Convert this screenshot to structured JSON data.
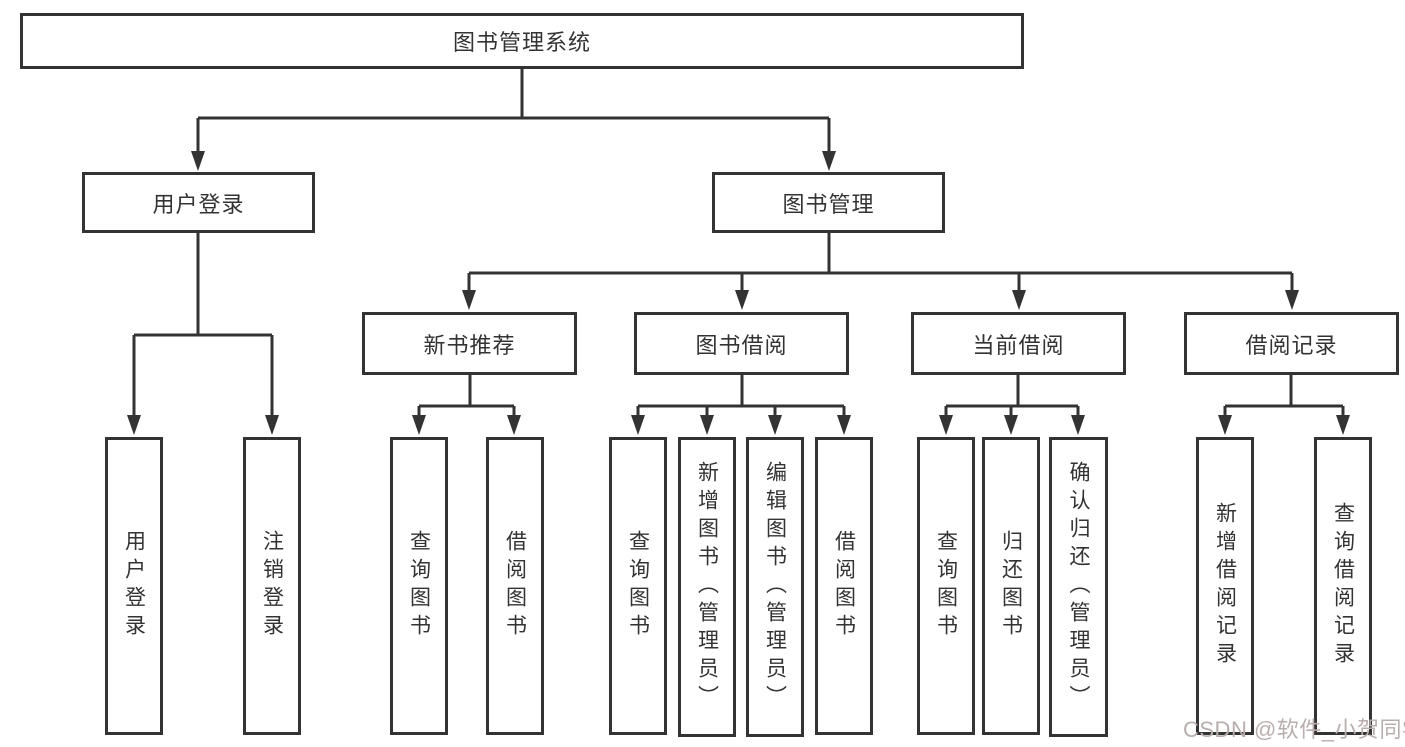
{
  "tree": {
    "root": "图书管理系统",
    "branches": [
      {
        "label": "用户登录",
        "children": [
          "用户登录",
          "注销登录"
        ]
      },
      {
        "label": "图书管理",
        "sections": [
          {
            "label": "新书推荐",
            "children": [
              "查询图书",
              "借阅图书"
            ]
          },
          {
            "label": "图书借阅",
            "children": [
              "查询图书",
              "新增图书（管理员）",
              "编辑图书（管理员）",
              "借阅图书"
            ]
          },
          {
            "label": "当前借阅",
            "children": [
              "查询图书",
              "归还图书",
              "确认归还（管理员）"
            ]
          },
          {
            "label": "借阅记录",
            "children": [
              "新增借阅记录",
              "查询借阅记录"
            ]
          }
        ]
      }
    ]
  },
  "watermark": "CSDN @软件_小贺同学",
  "colors": {
    "line": "#333333",
    "box_border": "#333333",
    "text": "#333333",
    "watermark": "#b9aeae",
    "background": "#ffffff"
  }
}
